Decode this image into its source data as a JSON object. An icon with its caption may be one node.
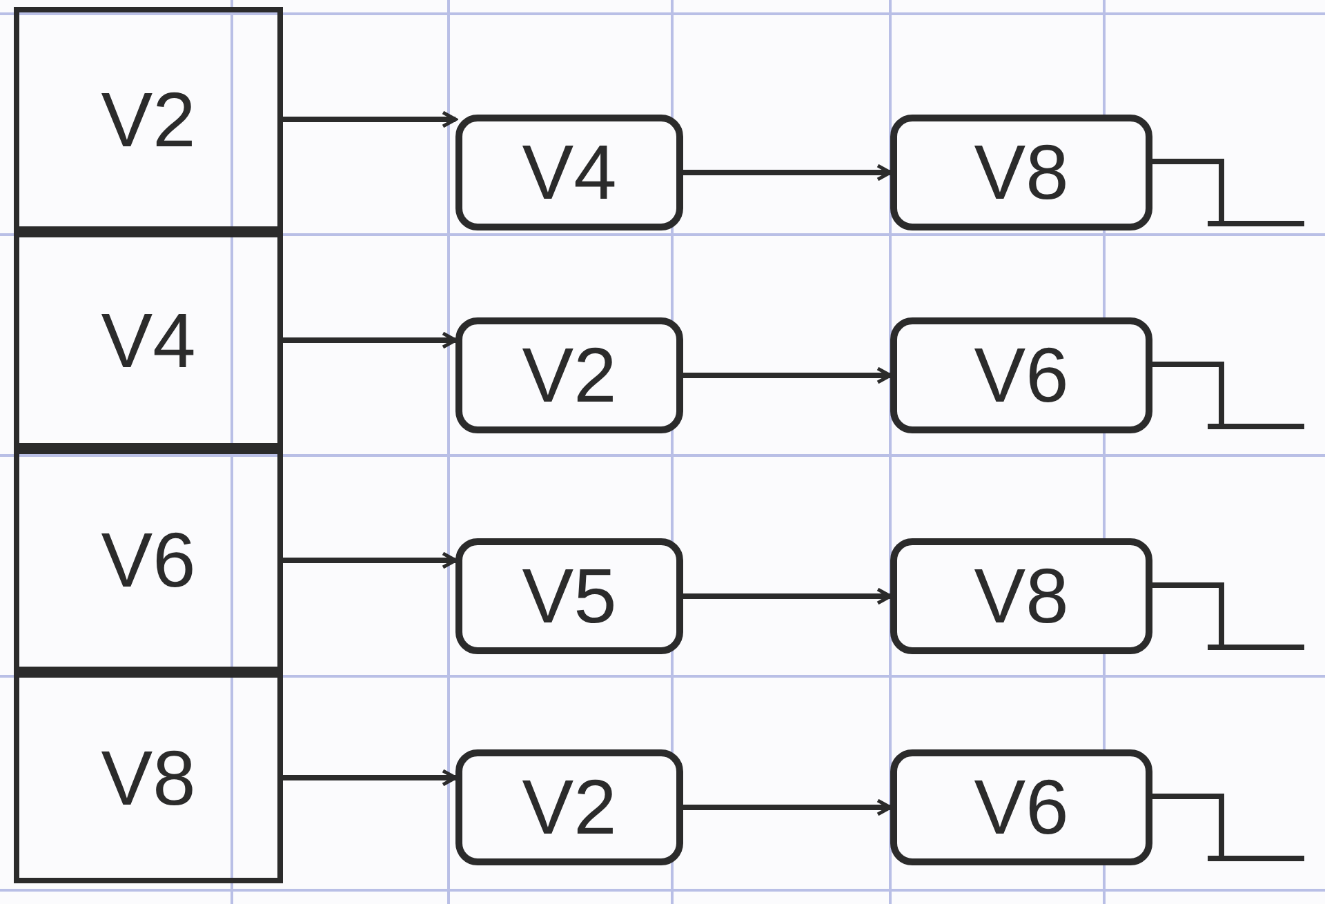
{
  "diagram": {
    "nodes": [
      {
        "text": [
          "V2"
        ]
      },
      {
        "text": [
          "V4"
        ]
      },
      {
        "text": [
          "V8"
        ]
      },
      {
        "text": [
          "V4"
        ]
      },
      {
        "text": [
          "V2"
        ]
      },
      {
        "text": [
          "V6"
        ]
      },
      {
        "text": [
          "V6"
        ]
      },
      {
        "text": [
          "V5"
        ]
      },
      {
        "text": [
          "V8"
        ]
      },
      {
        "text": [
          "V8"
        ]
      },
      {
        "text": [
          "V2"
        ]
      },
      {
        "text": [
          "V6"
        ]
      }
    ],
    "edges": [
      {
        "from": 0,
        "to": 1,
        "arrow": "to"
      },
      {
        "from": 1,
        "to": 2,
        "arrow": "to"
      },
      {
        "from": 3,
        "to": 4,
        "arrow": "to"
      },
      {
        "from": 4,
        "to": 5,
        "arrow": "to"
      },
      {
        "from": 6,
        "to": 7,
        "arrow": "to"
      },
      {
        "from": 7,
        "to": 8,
        "arrow": "to"
      },
      {
        "from": 9,
        "to": 10,
        "arrow": "to"
      },
      {
        "from": 10,
        "to": 11,
        "arrow": "to"
      }
    ]
  }
}
